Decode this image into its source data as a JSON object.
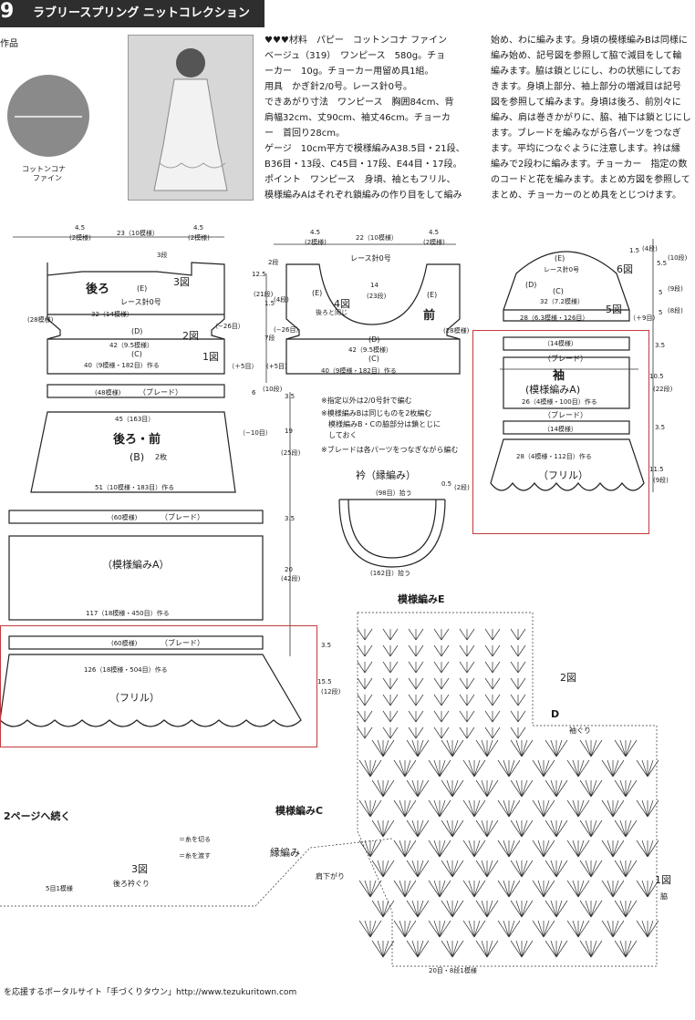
{
  "header": {
    "issue_no": "9",
    "issue_label": "作品",
    "banner_title": "ラブリースプリング ニットコレクション"
  },
  "swatch": {
    "label_line1": "コットンコナ",
    "label_line2": "ファイン"
  },
  "materials": {
    "lines": [
      "♥♥♥材料　パピー　コットンコナ ファイン",
      "ベージュ（319）　ワンピース　580g。チョ",
      "ーカー　10g。チョーカー用留め具1組。",
      "用具　かぎ針2/0号。レース針0号。",
      "できあがり寸法　ワンピース　胸囲84cm、背",
      "肩幅32cm、丈90cm、袖丈46cm。チョーカ",
      "ー　首回り28cm。",
      "ゲージ　10cm平方で模様編みA38.5目・21段、",
      "B36目・13段、C45目・17段、E44目・17段。",
      "ポイント　ワンピース　身頃、袖ともフリル、",
      "模様編みAはそれぞれ鎖編みの作り目をして編み"
    ]
  },
  "instructions": {
    "lines": [
      "始め、わに編みます。身頃の模様編みBは同様に",
      "編み始め、記号図を参照して脇で減目をして輪",
      "編みます。脇は鎖とじにし、わの状態にしてお",
      "きます。身頃上部分、袖上部分の増減目は記号",
      "図を参照して編みます。身頃は後ろ、前別々に",
      "編み、肩は巻きかがりに、脇、袖下は鎖とじにし",
      "ます。ブレードを編みながら各パーツをつなぎ",
      "ます。平均につなぐように注意します。衿は縁",
      "編みで2段わに編みます。チョーカー　指定の数",
      "のコードと花を編みます。まとめ方図を参照して",
      "まとめ、チョーカーのとめ具をとじつけます。"
    ]
  },
  "back_panel": {
    "top_dims": [
      "4.5",
      "(2模様)",
      "23（10模様）",
      "4.5",
      "(2模様)"
    ],
    "dan3": "3段",
    "title": "後ろ",
    "e": "(E)",
    "lace": "レース針0号",
    "zu3": "3図",
    "r32": "32（14模様）",
    "r28": "(28模様)",
    "r26": "（−26目）",
    "d": "(D)",
    "zu2": "2図",
    "r42": "42（9.5模様）",
    "c": "(C)",
    "zu1": "1図",
    "r40": "40（9模様・182目）作る",
    "p5": "（＋5目）",
    "side_dims": [
      "12.5",
      "(21段)",
      "2段",
      "1.5",
      "(4段)",
      "(−26目)",
      "7段",
      "(+5目)",
      "6",
      "(10段)"
    ]
  },
  "front_panel": {
    "top_dims": [
      "4.5",
      "(2模様)",
      "22（10模様）",
      "4.5",
      "(2模様)"
    ],
    "lace": "レース針0号",
    "e": "(E)",
    "zu4": "4図",
    "center": [
      "14",
      "(23段)"
    ],
    "back_note": "後ろと同じ",
    "title": "前",
    "r28": "(28模様)",
    "d": "(D)",
    "r42": "42（9.5模様）",
    "c": "(C)",
    "r40": "40（9模様・182目）作る"
  },
  "sleeve": {
    "e": "(E)",
    "lace": "レース針0号",
    "zu6": "6図",
    "d": "(D)",
    "c": "(C)",
    "r32": "32（7.2模様）",
    "r28": "28（6.3模様・126目）",
    "zu5": "5図",
    "p9": "（＋9目）",
    "right_dims": [
      "1.5",
      "(4段)",
      "5.5",
      "(10段)",
      "5",
      "(9段)",
      "5",
      "(8段)"
    ],
    "r14a": "（14模様）",
    "braid1": "（ブレード）",
    "title": "袖",
    "pattern": "(模様編みA)",
    "r26": "26（4模様・100目）作る",
    "braid2": "（ブレード）",
    "r14b": "（14模様）",
    "r28b": "28（4模様・112目）作る",
    "frill": "（フリル）",
    "dims2": [
      "3.5",
      "10.5",
      "(22段)",
      "3.5",
      "11.5",
      "(9段)"
    ]
  },
  "skirt": {
    "r48": "(48模様)",
    "braid": "（ブレード）",
    "r45": "45（163目）",
    "r10": "（−10目）",
    "title": "後ろ・前",
    "b": "(B)",
    "two": "2枚",
    "r51": "51（10模様・183目）作る",
    "r60a": "(60模様)",
    "braid2": "（ブレード）",
    "pattern_a": "（模様編みA）",
    "r117": "117（18模様・450目）作る",
    "r60b": "(60模様)",
    "braid3": "（ブレード）",
    "r126": "126（18模様・504目）作る",
    "frill": "（フリル）",
    "side": [
      "3.5",
      "19",
      "(25段)",
      "3.5",
      "20",
      "(42段)",
      "3.5",
      "15.5",
      "(12段)"
    ]
  },
  "notes": {
    "lines": [
      "※指定以外は2/0号針で編む",
      "※模様編みBは同じものを2枚編む",
      "　模様編みB・Cの脇部分は鎖とじに",
      "　しておく",
      "※ブレードは各パーツをつなぎながら編む"
    ]
  },
  "collar": {
    "title": "衿（縁編み）",
    "r98": "(98目）拾う",
    "r162": "(162目）拾う",
    "dims": [
      "0.5",
      "(2段)"
    ]
  },
  "chart": {
    "title_e": "模様編みE",
    "zu2": "2図",
    "d": "D",
    "sode": "袖ぐり",
    "title_c": "模様編みC",
    "zu1": "1図",
    "waki": "脇",
    "bottom": "20目・8段1模様",
    "fuchi": "縁編み",
    "katasagari": "肩下がり",
    "zu3": "3図",
    "ushiro": "後ろ衿ぐり",
    "me5": "5目1模様",
    "legend1": "＝糸を切る",
    "legend2": "＝糸を渡す",
    "continue": "2ページへ続く"
  },
  "footer": {
    "text": "を応援するポータルサイト「手づくりタウン」http://www.tezukuritown.com"
  }
}
